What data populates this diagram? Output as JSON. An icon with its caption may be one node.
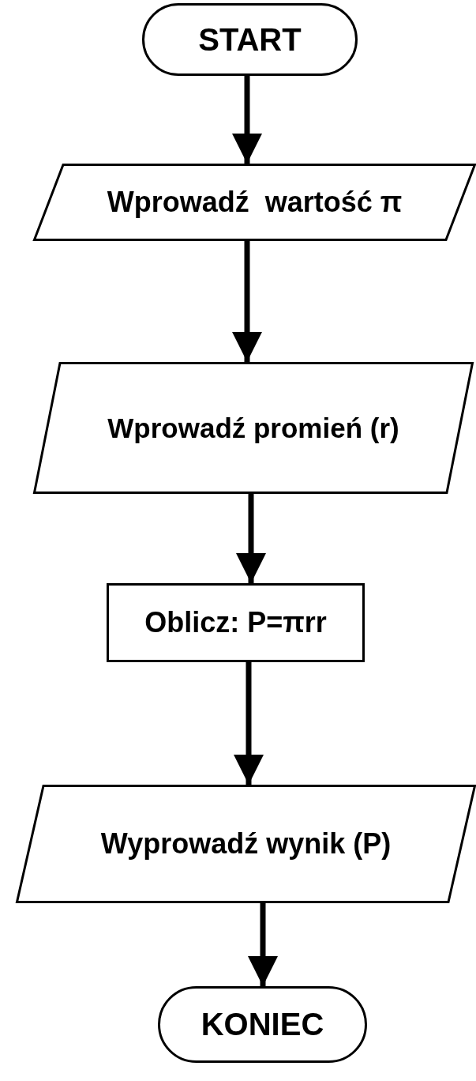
{
  "diagram": {
    "nodes": [
      {
        "text": [
          "START"
        ]
      },
      {
        "text": [
          "Wprowadź  wartość π"
        ]
      },
      {
        "text": [
          "Wprowadź promień (r)"
        ]
      },
      {
        "text": [
          "Oblicz: P=πrr"
        ]
      },
      {
        "text": [
          "Wyprowadź wynik (P)"
        ]
      },
      {
        "text": [
          "KONIEC"
        ]
      }
    ],
    "edges": [
      {
        "from": 0,
        "to": 1,
        "arrow": "to"
      },
      {
        "from": 1,
        "to": 2,
        "arrow": "to"
      },
      {
        "from": 2,
        "to": 3,
        "arrow": "to"
      },
      {
        "from": 3,
        "to": 4,
        "arrow": "to"
      },
      {
        "from": 4,
        "to": 5,
        "arrow": "to"
      }
    ]
  }
}
